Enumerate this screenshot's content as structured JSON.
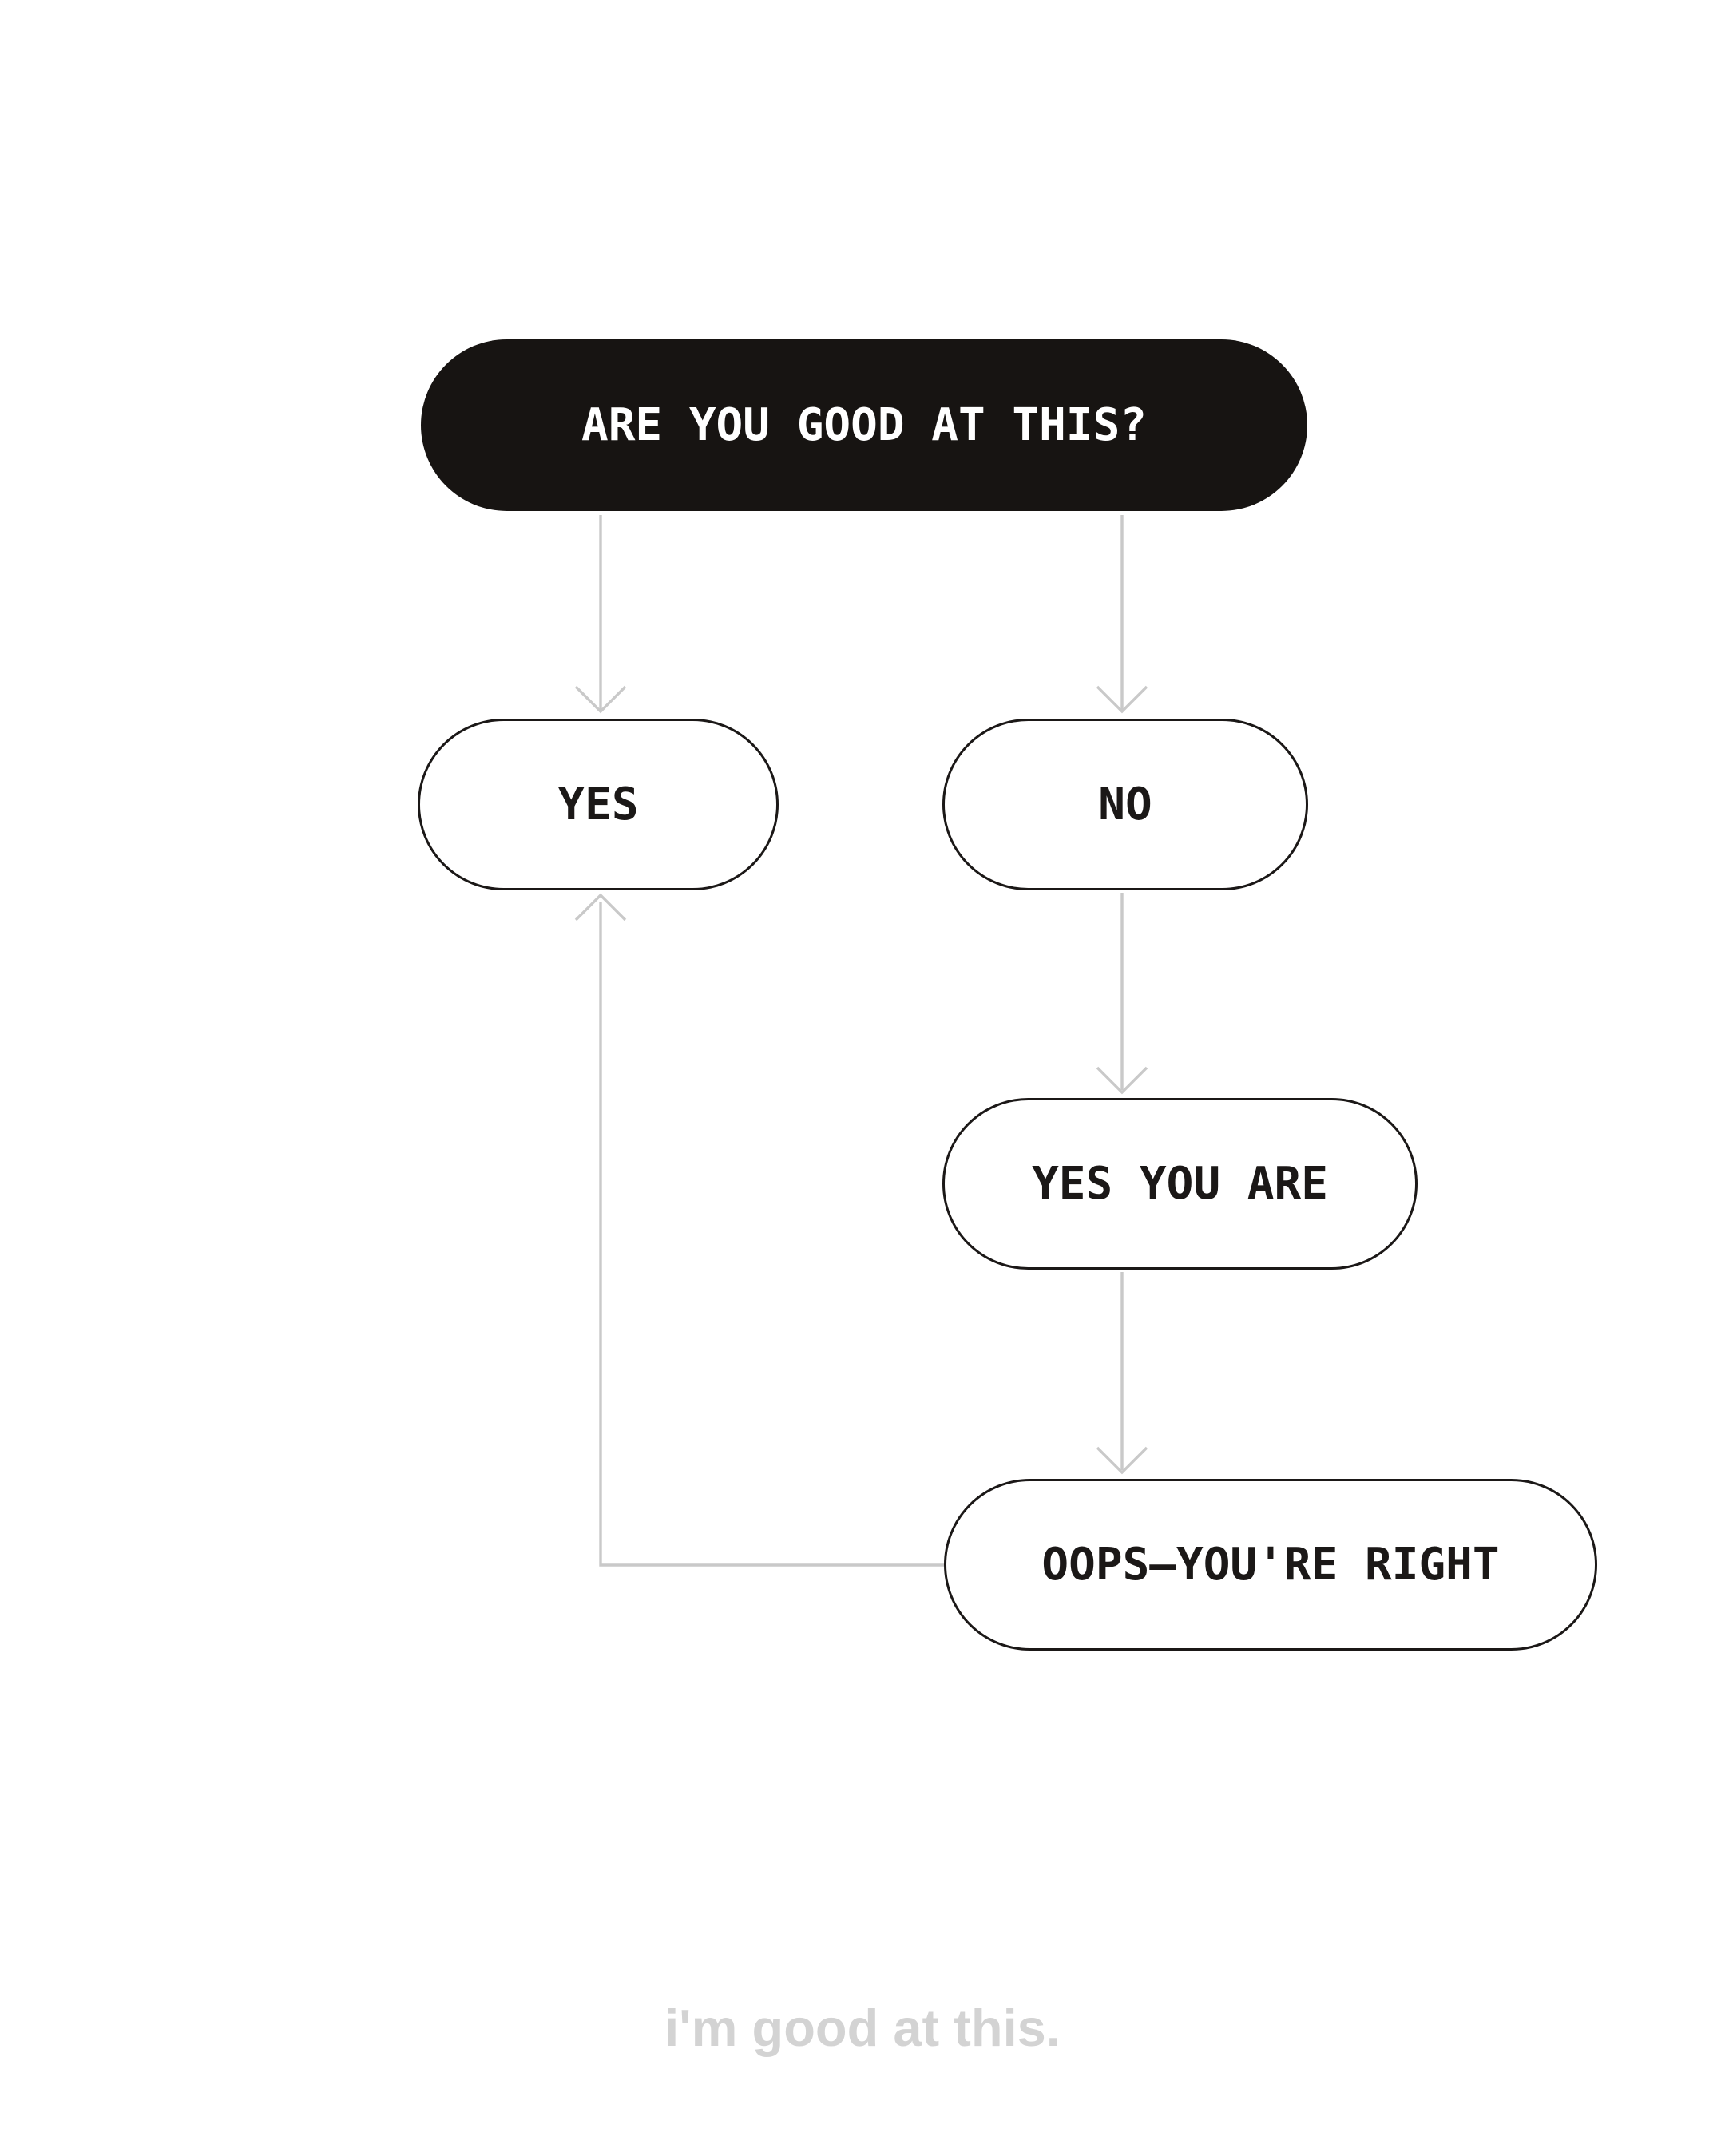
{
  "colors": {
    "background": "#ffffff",
    "node_fill": "#171412",
    "node_text_on_dark": "#ffffff",
    "node_border": "#1b1817",
    "node_text": "#1b1817",
    "connector": "#c9c9c9",
    "caption_text": "#d3d3d3"
  },
  "diagram": {
    "type": "flowchart",
    "nodes": [
      {
        "id": "start",
        "label": "ARE YOU GOOD AT THIS?",
        "variant": "filled"
      },
      {
        "id": "yes",
        "label": "YES",
        "variant": "outline"
      },
      {
        "id": "no",
        "label": "NO",
        "variant": "outline"
      },
      {
        "id": "yes-you-are",
        "label": "YES YOU ARE",
        "variant": "outline"
      },
      {
        "id": "oops",
        "label": "OOPS—YOU'RE RIGHT",
        "variant": "outline"
      }
    ],
    "edges": [
      {
        "from": "start",
        "to": "yes"
      },
      {
        "from": "start",
        "to": "no"
      },
      {
        "from": "no",
        "to": "yes-you-are"
      },
      {
        "from": "yes-you-are",
        "to": "oops"
      },
      {
        "from": "oops",
        "to": "yes"
      }
    ]
  },
  "caption": "i'm good at this."
}
